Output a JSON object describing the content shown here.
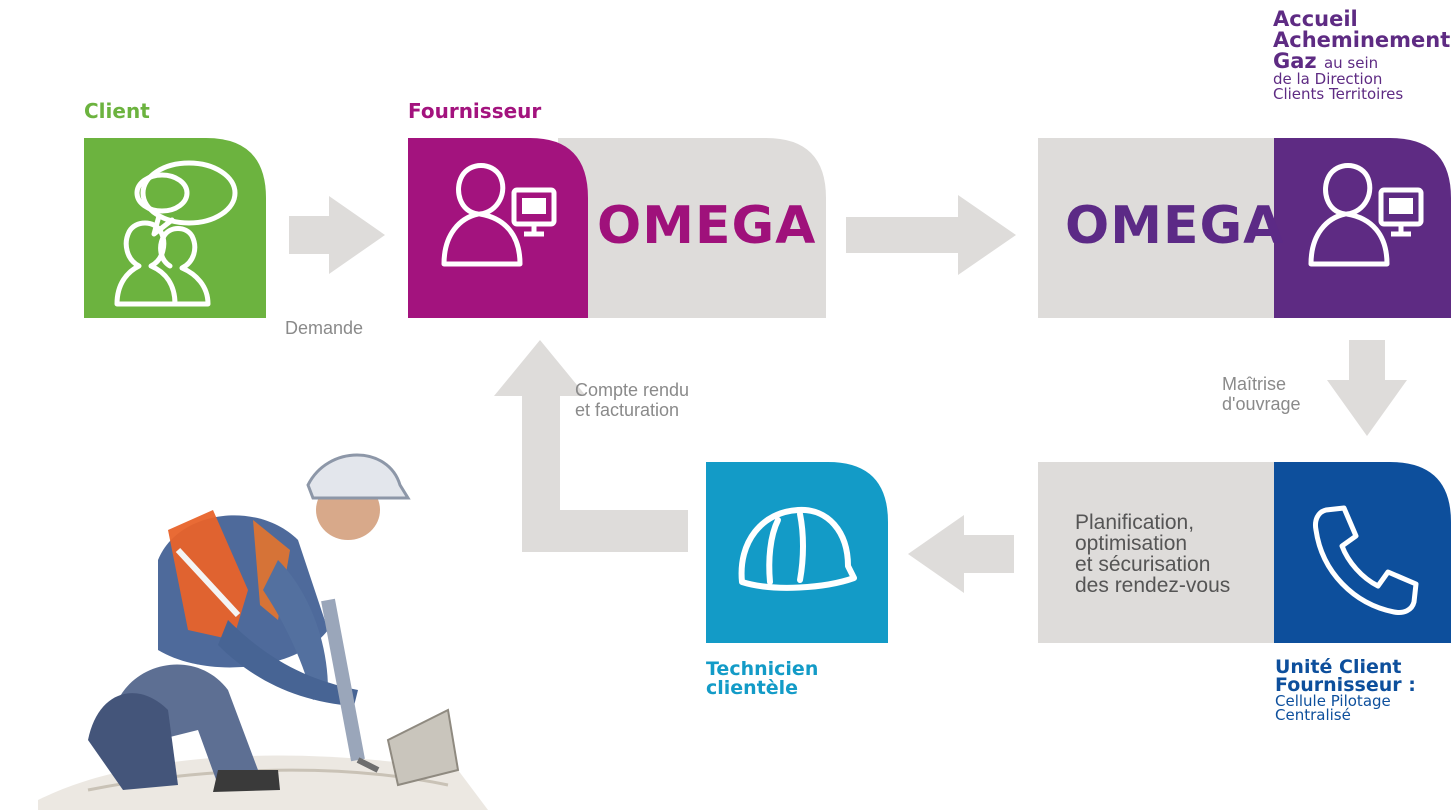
{
  "client": {
    "label": "Client"
  },
  "fournisseur": {
    "label": "Fournisseur",
    "system": "OMEGA"
  },
  "accueil": {
    "line1": "Accueil",
    "line2": "Acheminement",
    "line3_bold": "Gaz",
    "line3_rest": "au sein",
    "line4": "de la Direction",
    "line5": "Clients Territoires",
    "system": "OMEGA"
  },
  "arrows": {
    "demande": "Demande",
    "compte_rendu_1": "Compte rendu",
    "compte_rendu_2": "et facturation",
    "maitrise_1": "Maîtrise",
    "maitrise_2": "d'ouvrage"
  },
  "planning": {
    "line1": "Planification,",
    "line2": "optimisation",
    "line3": "et sécurisation",
    "line4": "des rendez-vous"
  },
  "ucf": {
    "line1": "Unité Client",
    "line2_bold": "Fournisseur",
    "line2_rest": " :",
    "line3": "Cellule Pilotage",
    "line4": "Centralisé"
  },
  "technicien": {
    "line1": "Technicien",
    "line2": "clientèle"
  },
  "colors": {
    "green": "#6cb33f",
    "magenta": "#a3137e",
    "purple": "#5e2b83",
    "blue": "#0d4f9c",
    "cyan": "#139bc7",
    "gray": "#dedcda"
  },
  "icons": [
    "chat-users-icon",
    "user-computer-icon",
    "phone-icon",
    "helmet-icon",
    "technician-illustration"
  ]
}
